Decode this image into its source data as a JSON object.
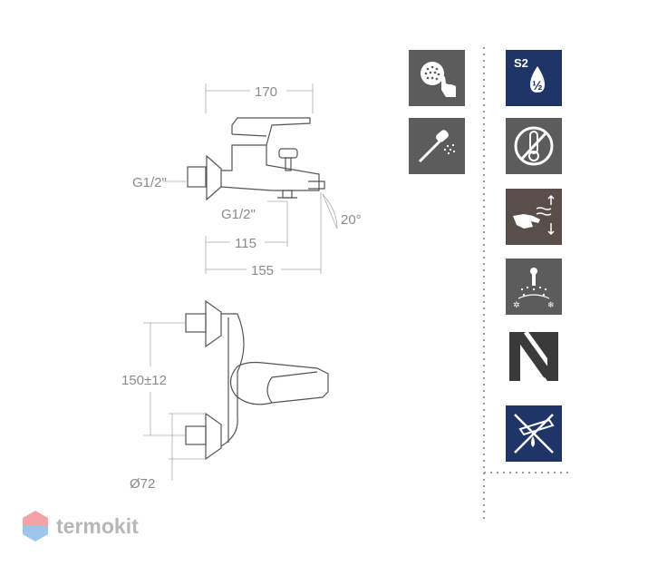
{
  "top_view": {
    "dim_width_total": "170",
    "inlet_thread_label": "G1/2\"",
    "outlet_thread_label": "G1/2\"",
    "dim_spout_angle": "20°",
    "dim_spout_center": "115",
    "dim_depth": "155"
  },
  "front_view": {
    "dim_connection_spacing": "150±12",
    "dim_rosette_diameter": "Ø72"
  },
  "feature_icons": [
    {
      "icon": "shower-head-touch-icon",
      "color": "#5c5c5c"
    },
    {
      "icon": "hand-shower-icon",
      "color": "#5c5c5c"
    },
    {
      "icon": "s2-water-saving-icon",
      "label_main": "S2",
      "label_sub": "½",
      "color": "#1f3567"
    },
    {
      "icon": "no-thermostat-icon",
      "color": "#5c5c5c"
    },
    {
      "icon": "hot-cold-water-hand-icon",
      "color": "#5a4e4a"
    },
    {
      "icon": "hot-cold-spray-icon",
      "color": "#5c5c5c"
    },
    {
      "icon": "n-logo-icon",
      "color": "#3a3a3a"
    },
    {
      "icon": "no-descaling-icon",
      "color": "#1f3567"
    }
  ],
  "brand": {
    "name": "termokit",
    "accent": "#f3a3a8",
    "accent2": "#9fc4ea"
  }
}
